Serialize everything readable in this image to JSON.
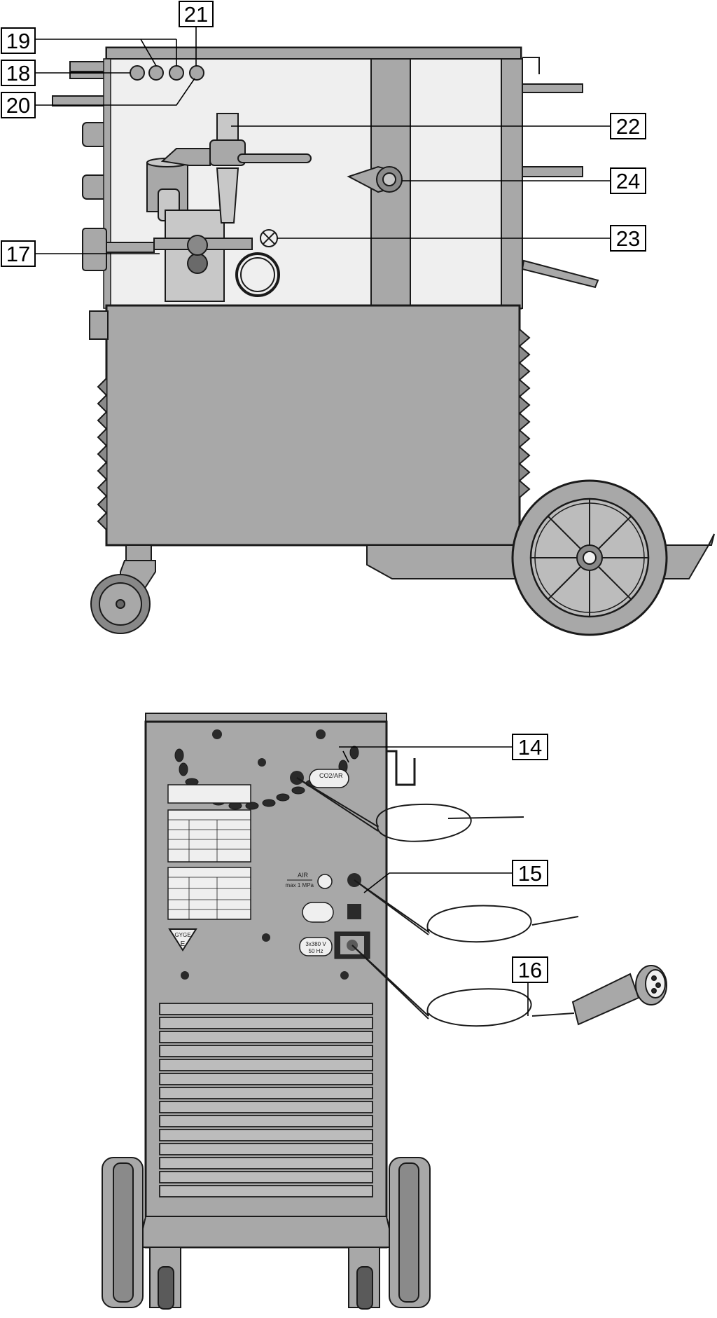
{
  "figure": {
    "callouts": {
      "c14": "14",
      "c15": "15",
      "c16": "16",
      "c17": "17",
      "c18": "18",
      "c19": "19",
      "c20": "20",
      "c21": "21",
      "c22": "22",
      "c23": "23",
      "c24": "24"
    },
    "rear_panel": {
      "gas_label": "CO2/AR",
      "air_label": "AIR",
      "air_pressure": "max 1 MPa",
      "mains_line1": "3x380 V",
      "mains_line2": "50 Hz",
      "mark_line1": "GYGE",
      "mark_line2": "E"
    }
  },
  "colors": {
    "body_fill": "#a8a8a8",
    "panel_light": "#efefef",
    "outline": "#1a1a1a"
  }
}
